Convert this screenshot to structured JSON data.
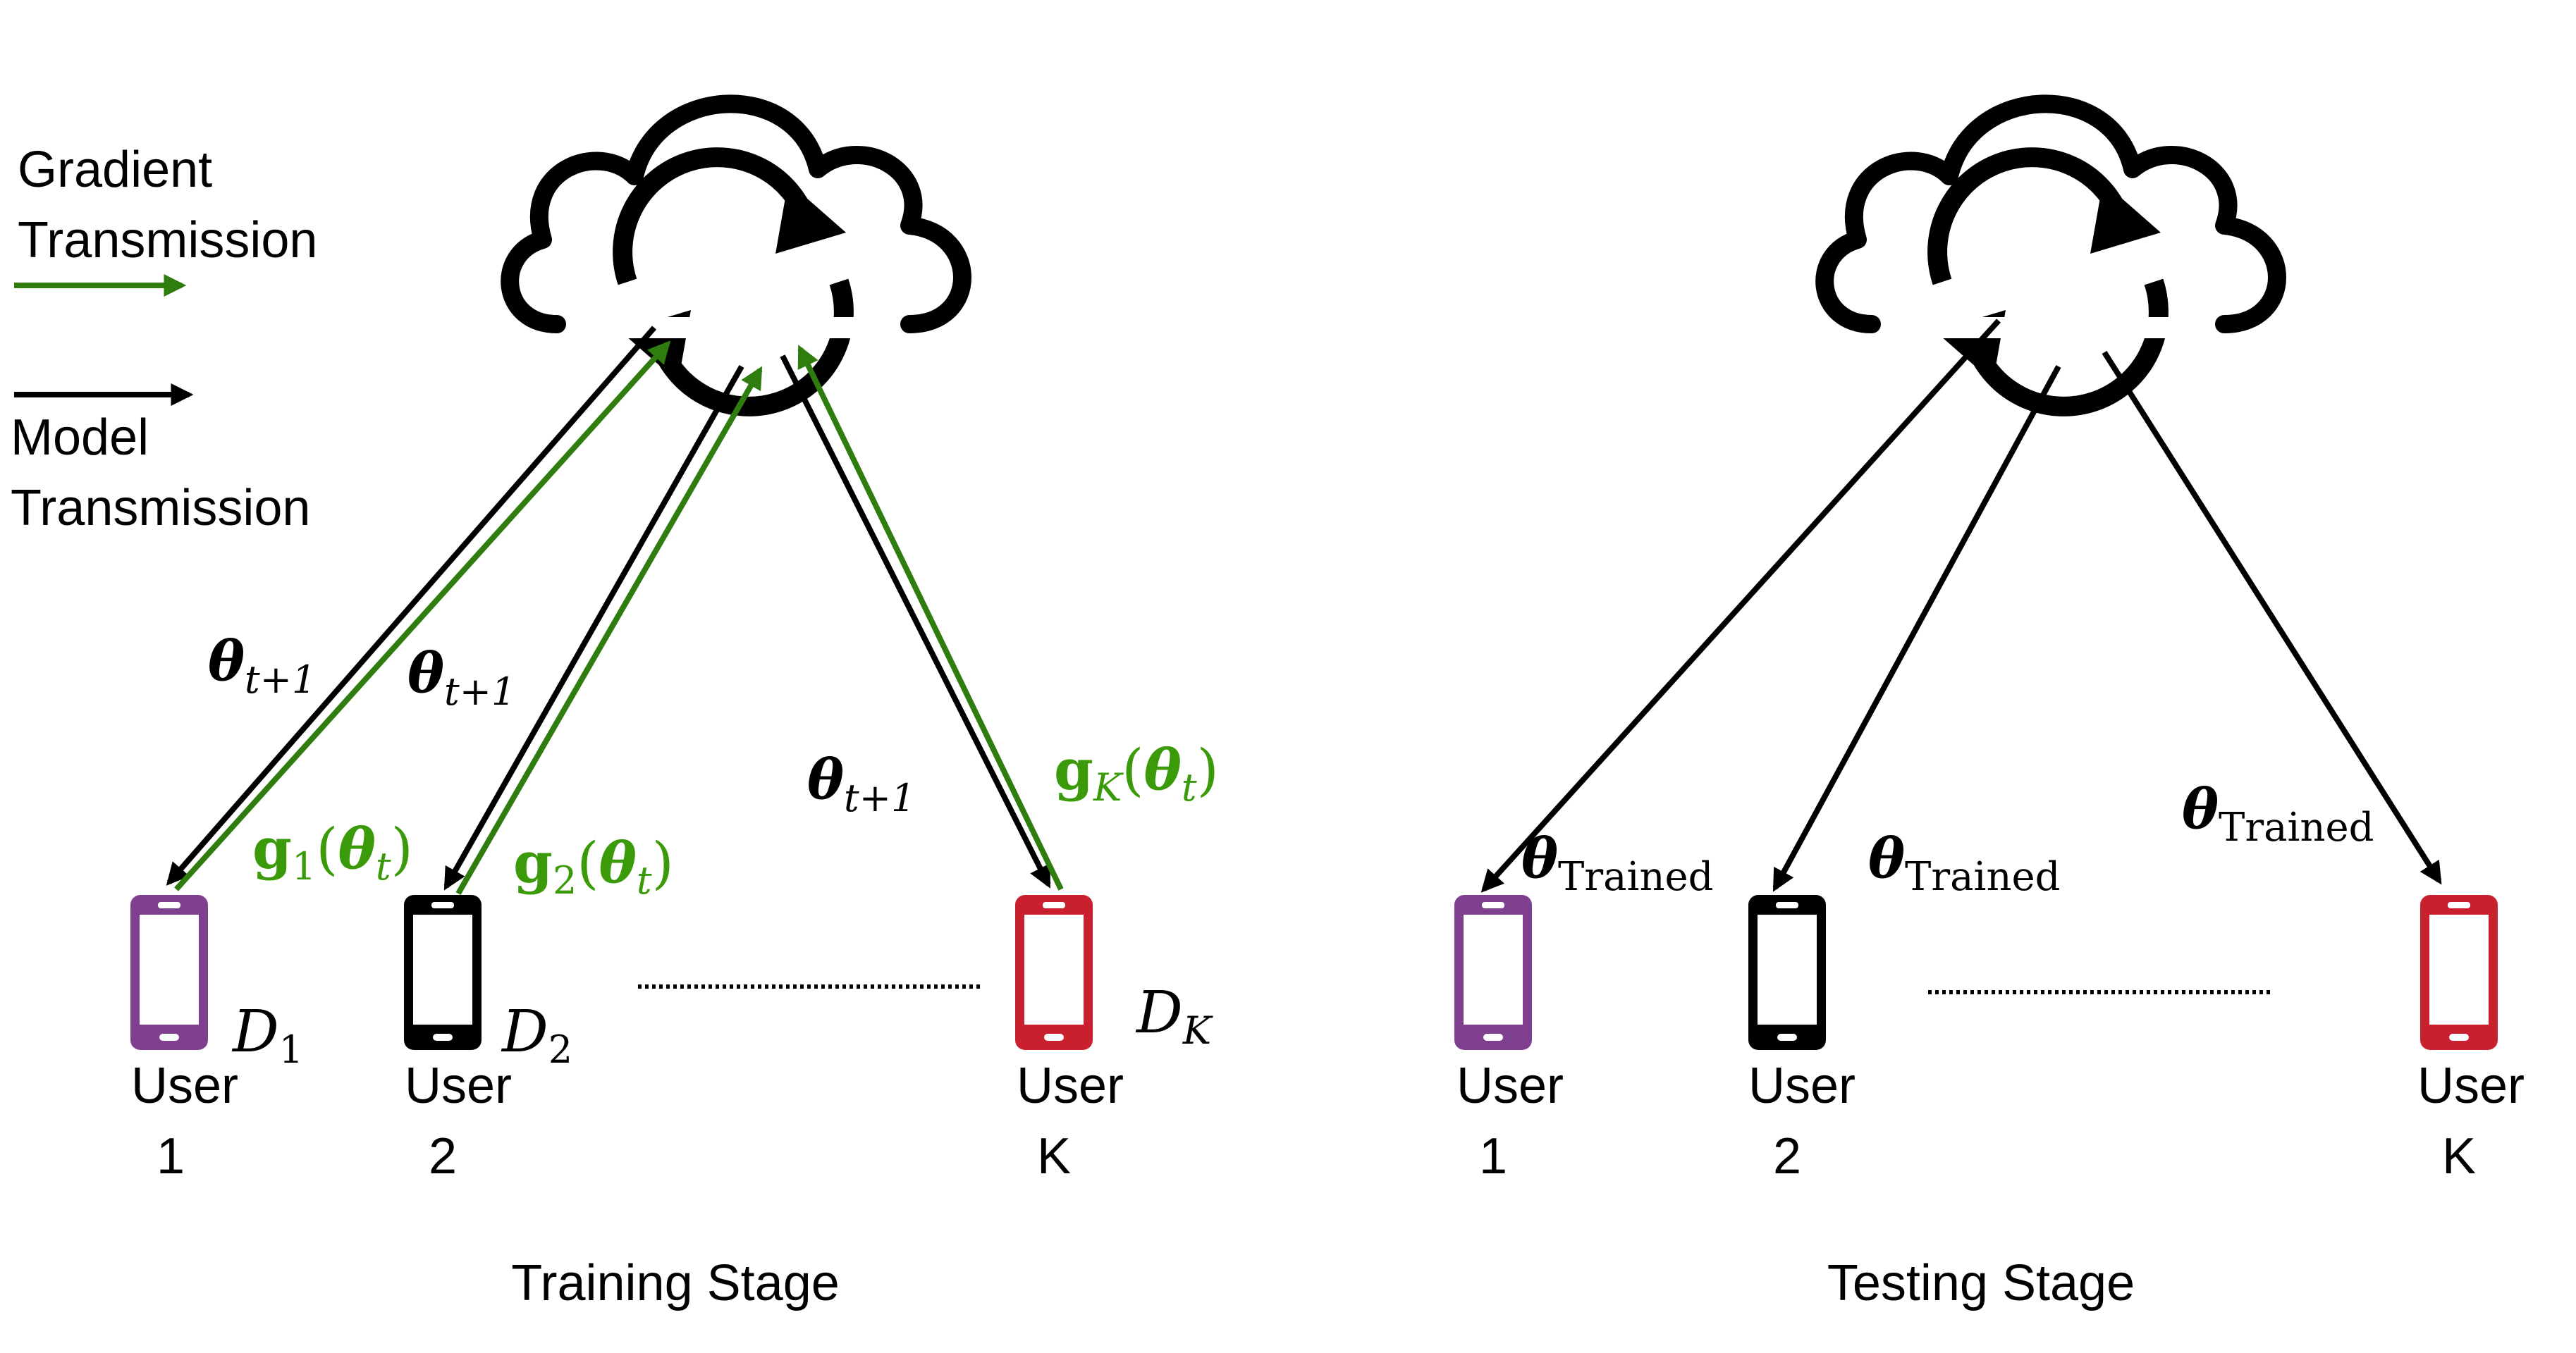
{
  "colors": {
    "gradient": "#2f7d0e",
    "gradient_label": "#3a9a0a",
    "model": "#000000",
    "user1": "#7e3f8f",
    "user2": "#000000",
    "userK": "#c9202f"
  },
  "icons": {
    "server": "cloud-sync-icon",
    "user": "smartphone-icon"
  },
  "legend": {
    "gradient_line1": "Gradient",
    "gradient_line2": "Transmission",
    "model_line1": "Model",
    "model_line2": "Transmission"
  },
  "training": {
    "title": "Training Stage",
    "theta_symbol": "θ",
    "theta_sub": "t+1",
    "g_symbol": "g",
    "g1_sub": "1",
    "g2_sub": "2",
    "gK_sub": "K",
    "g_open": "(",
    "g_theta": "θ",
    "g_theta_sub": "t",
    "g_close": ")",
    "d_symbol": "D",
    "d1_sub": "1",
    "d2_sub": "2",
    "dK_sub": "K",
    "users": [
      {
        "line1": "User",
        "line2": "1"
      },
      {
        "line1": "User",
        "line2": "2"
      },
      {
        "line1": "User",
        "line2": "K"
      }
    ]
  },
  "testing": {
    "title": "Testing Stage",
    "theta_symbol": "θ",
    "theta_sub": "Trained",
    "users": [
      {
        "line1": "User",
        "line2": "1"
      },
      {
        "line1": "User",
        "line2": "2"
      },
      {
        "line1": "User",
        "line2": "K"
      }
    ]
  }
}
